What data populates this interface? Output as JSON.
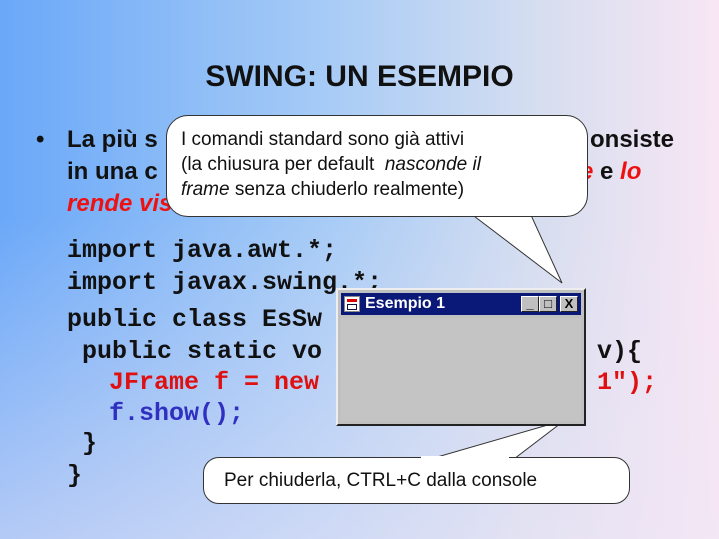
{
  "slide": {
    "title": "SWING: UN ESEMPIO",
    "bullet": {
      "line1_left": "La più s",
      "line1_right": "onsiste",
      "line2_left": "in una c",
      "line2_red1": "e",
      "line2_mid": " e ",
      "line2_red2": "lo",
      "line3_red": "rende vis"
    },
    "code": {
      "line1": "import java.awt.*;",
      "line2": "import javax.swing.*;",
      "line3": "public class EsSw",
      "line4_left": " public static vo",
      "line4_right": "v){",
      "line5_left": "JFrame f = new",
      "line5_right": "1\");",
      "line6": "f.show();",
      "line7": " }",
      "line8": "}"
    },
    "callout_top": {
      "line1": "I comandi standard sono già attivi",
      "line2_a": "(la chiusura per default  ",
      "line2_b": "nasconde il",
      "line3_a": "frame",
      "line3_b": " senza chiuderlo realmente)"
    },
    "callout_bottom": {
      "text": "Per chiuderla, CTRL+C dalla console"
    },
    "window": {
      "title": "Esempio 1",
      "minimize": "_",
      "maximize": "□",
      "close": "X"
    }
  }
}
